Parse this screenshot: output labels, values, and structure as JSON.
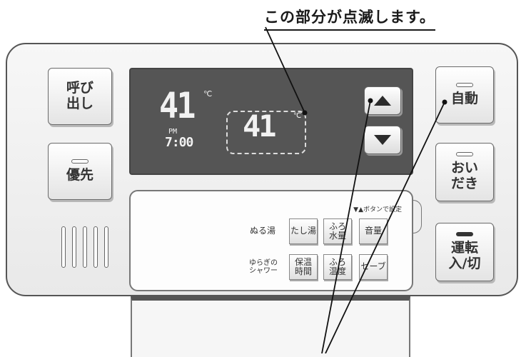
{
  "caption": "この部分が点滅します。",
  "display": {
    "current_temp": "41",
    "deg_unit": "℃",
    "pm": "PM",
    "clock": "7:00",
    "set_temp": "41"
  },
  "left_buttons": {
    "call": [
      "呼び",
      "出し"
    ],
    "priority": "優先"
  },
  "right_buttons": {
    "auto": "自動",
    "reheat": [
      "おい",
      "だき"
    ],
    "power": [
      "運転",
      "入/切"
    ]
  },
  "lower_panel": {
    "set_note": "▼▲ボタンで設定",
    "row1": [
      "ぬる湯",
      "たし湯",
      "ふろ水量",
      "音量"
    ],
    "row2": [
      "ゆらぎのシャワー",
      "保温時間",
      "ふろ温度",
      "セーブ"
    ],
    "row1_display": [
      [
        "ぬる湯"
      ],
      [
        "たし湯"
      ],
      [
        "ふろ",
        "水量"
      ],
      [
        "音量"
      ]
    ],
    "row2_display": [
      [
        "ゆらぎの",
        "シャワー"
      ],
      [
        "保温",
        "時間"
      ],
      [
        "ふろ",
        "温度"
      ],
      [
        "セーブ"
      ]
    ]
  },
  "arrows": {
    "up": "up-arrow-icon",
    "down": "down-arrow-icon"
  },
  "colors": {
    "screen": "#555555",
    "panel": "#eeeeee",
    "outline": "#555555"
  }
}
